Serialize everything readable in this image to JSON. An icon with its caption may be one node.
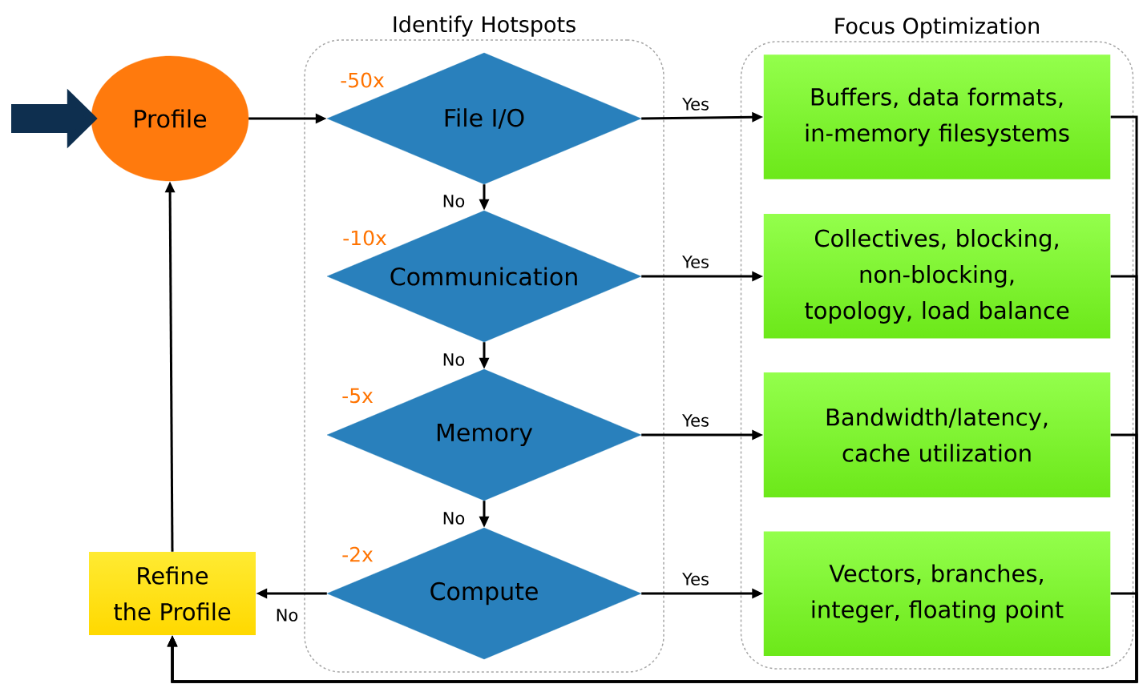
{
  "diagram": {
    "nodes": [
      {
        "text": [
          "Profile"
        ]
      },
      {
        "text": [
          "Identify Hotspots"
        ]
      },
      {
        "text": [
          "File I/O"
        ],
        "in": 1,
        "beside": [
          "-50x"
        ]
      },
      {
        "text": [
          "Communication"
        ],
        "in": 1,
        "beside": [
          "-10x"
        ]
      },
      {
        "text": [
          "Memory"
        ],
        "in": 1,
        "beside": [
          "-5x"
        ]
      },
      {
        "text": [
          "Compute"
        ],
        "in": 1,
        "beside": [
          "-2x"
        ]
      },
      {
        "text": [
          "Focus Optimization"
        ]
      },
      {
        "text": [
          "Buffers, data formats, in-memory filesystems"
        ],
        "in": 6
      },
      {
        "text": [
          "Collectives, blocking, non-blocking, topology, load balance"
        ],
        "in": 6
      },
      {
        "text": [
          "Bandwidth/latency, cache utilization"
        ],
        "in": 6
      },
      {
        "text": [
          "Vectors, branches, integer, floating point"
        ],
        "in": 6
      },
      {
        "text": [
          "Refine the Profile"
        ]
      }
    ],
    "edges": [
      {
        "from": null,
        "to": 0,
        "arrow": "to",
        "style": "thick",
        "color": "#0e2f4f"
      },
      {
        "from": 0,
        "to": 2,
        "arrow": "to"
      },
      {
        "from": 2,
        "to": 3,
        "arrow": "to",
        "label": "No"
      },
      {
        "from": 3,
        "to": 4,
        "arrow": "to",
        "label": "No"
      },
      {
        "from": 4,
        "to": 5,
        "arrow": "to",
        "label": "No"
      },
      {
        "from": 2,
        "to": 7,
        "arrow": "to",
        "label": "Yes"
      },
      {
        "from": 3,
        "to": 8,
        "arrow": "to",
        "label": "Yes"
      },
      {
        "from": 4,
        "to": 9,
        "arrow": "to",
        "label": "Yes"
      },
      {
        "from": 5,
        "to": 10,
        "arrow": "to",
        "label": "Yes"
      },
      {
        "from": 5,
        "to": 11,
        "arrow": "to",
        "label": "No"
      },
      {
        "from": 11,
        "to": 0,
        "arrow": "to"
      },
      {
        "from": 7,
        "to": 11,
        "arrow": "to"
      },
      {
        "from": 8,
        "to": 11,
        "arrow": "to"
      },
      {
        "from": 9,
        "to": 11,
        "arrow": "to"
      },
      {
        "from": 10,
        "to": 11,
        "arrow": "to"
      }
    ]
  }
}
